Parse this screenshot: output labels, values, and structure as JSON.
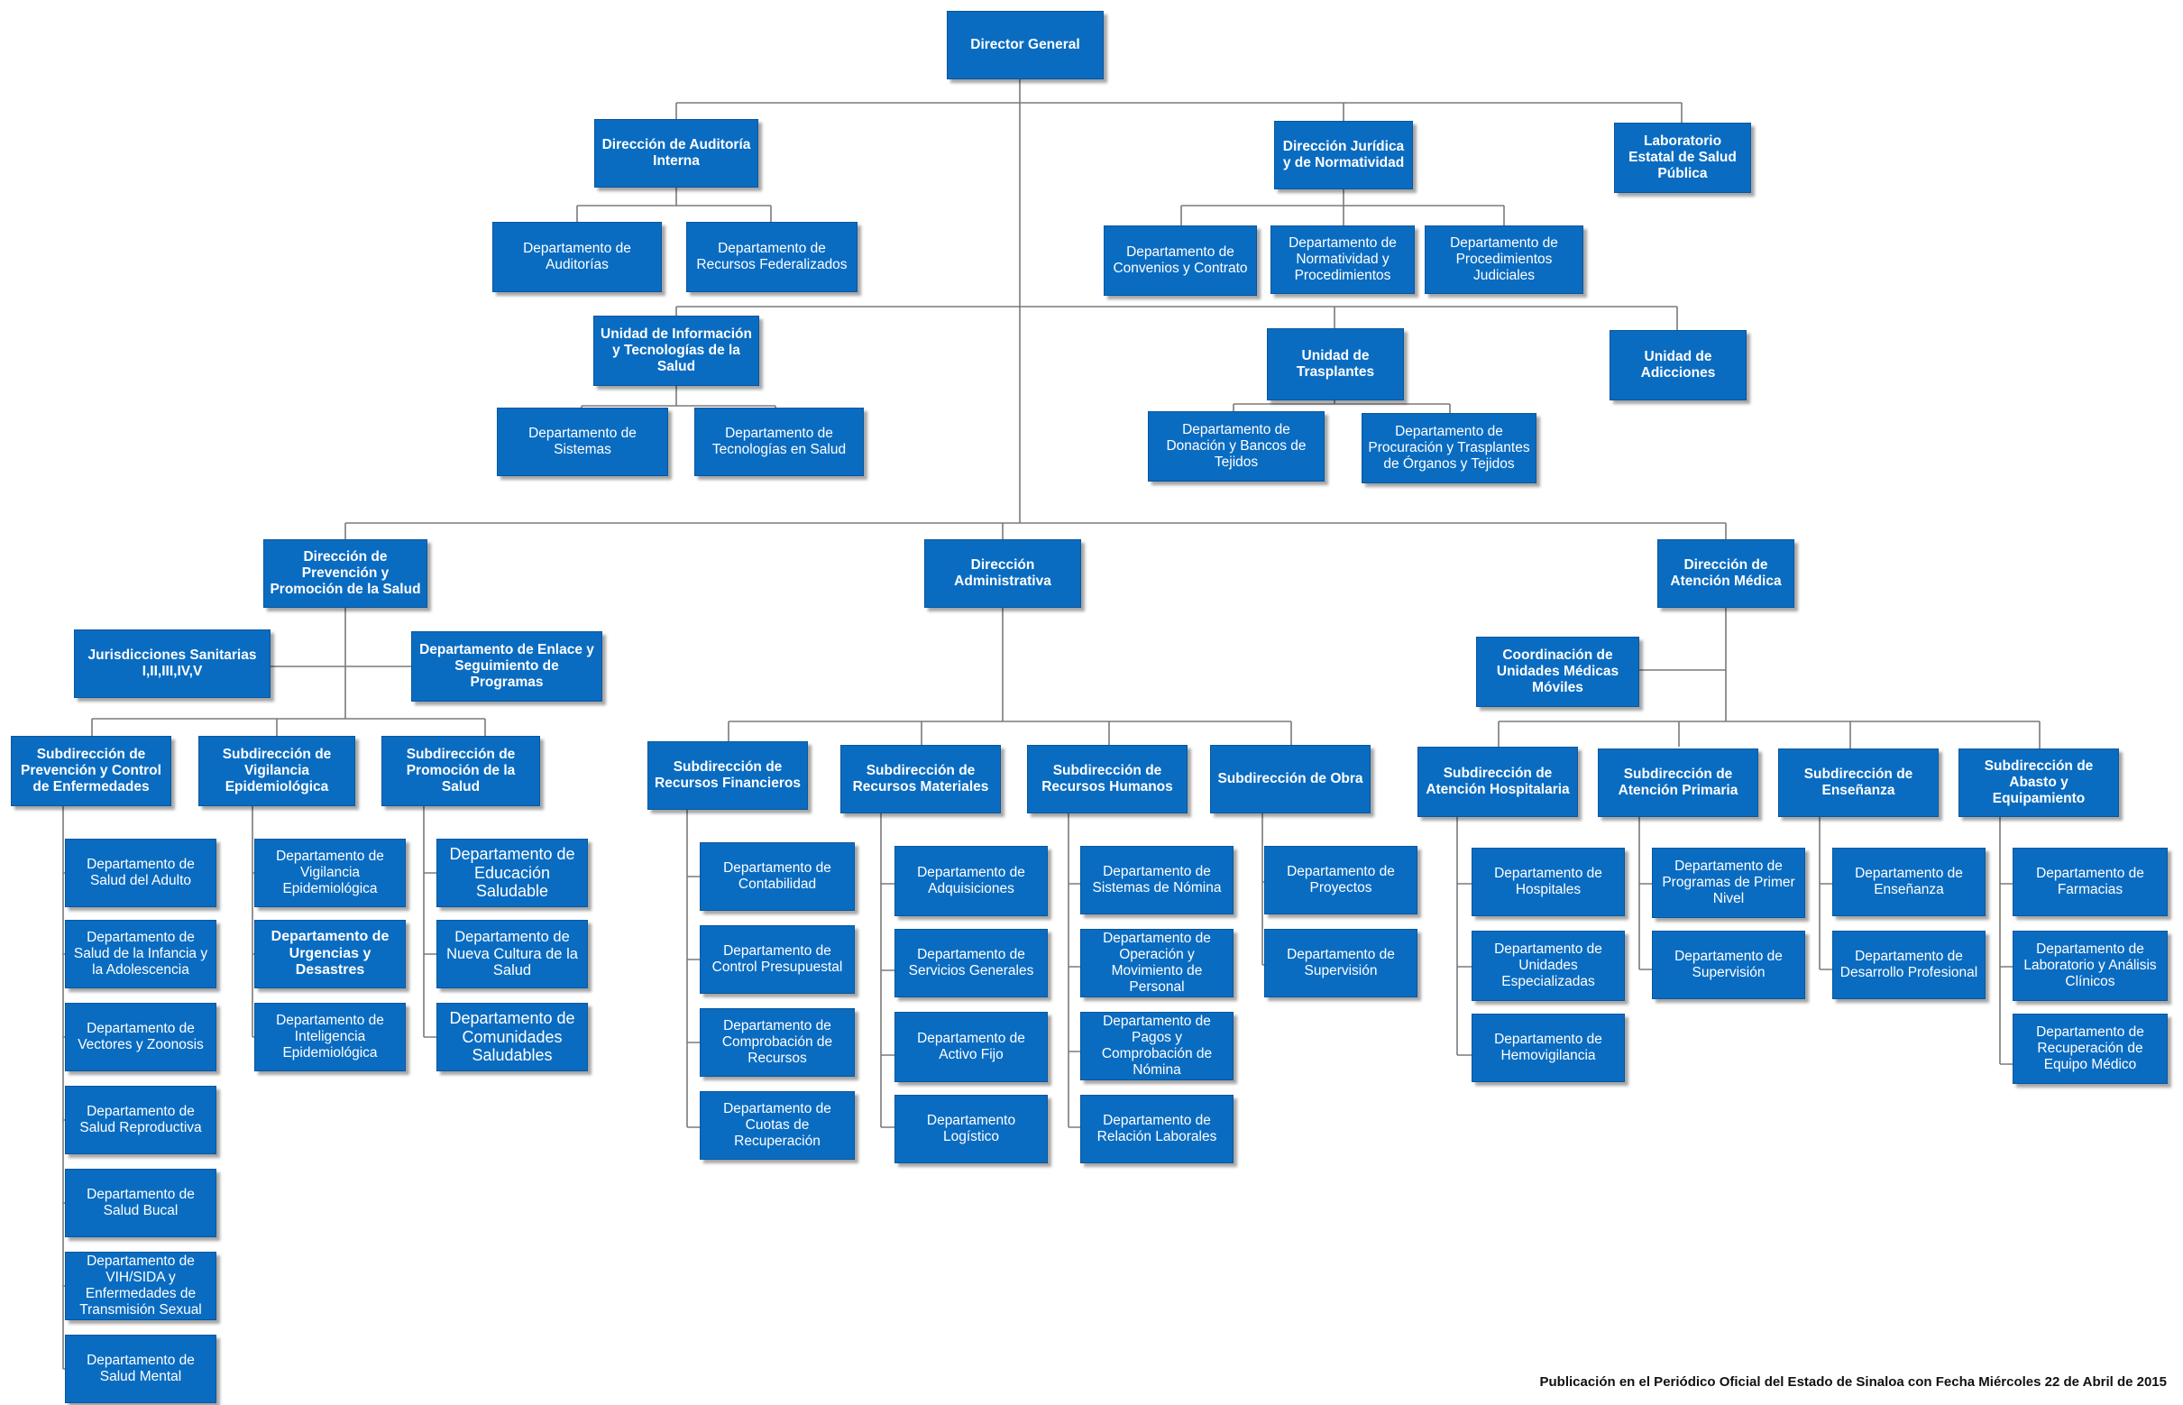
{
  "top": {
    "director": "Director General"
  },
  "upper": {
    "auditoria": "Dirección de Auditoría Interna",
    "juridica": "Dirección Jurídica y de Normatividad",
    "laboratorio": "Laboratorio Estatal de Salud Pública",
    "dep_auditorias": "Departamento de Auditorías",
    "dep_recursos_federalizados": "Departamento de Recursos Federalizados",
    "dep_convenios": "Departamento de Convenios y Contrato",
    "dep_normatividad": "Departamento de Normatividad y Procedimientos",
    "dep_procedimientos_judiciales": "Departamento de Procedimientos Judiciales",
    "unidad_informacion": "Unidad de Información y Tecnologías de la Salud",
    "unidad_trasplantes": "Unidad de Trasplantes",
    "unidad_adicciones": "Unidad de Adicciones",
    "dep_sistemas": "Departamento de Sistemas",
    "dep_tecnologias": "Departamento de Tecnologías en Salud",
    "dep_donacion": "Departamento de Donación y Bancos de Tejidos",
    "dep_procuracion": "Departamento de Procuración y Trasplantes de Órganos y Tejidos"
  },
  "prevencion": {
    "direccion": "Dirección de Prevención y Promoción de la Salud",
    "jurisdicciones": "Jurisdicciones Sanitarias I,II,III,IV,V",
    "enlace": "Departamento de Enlace y Seguimiento de Programas",
    "sub_prevencion": "Subdirección de Prevención y Control de Enfermedades",
    "sub_vigilancia": "Subdirección de Vigilancia Epidemiológica",
    "sub_promocion": "Subdirección de Promoción de la Salud",
    "deps_prevencion": [
      "Departamento de Salud del Adulto",
      "Departamento de Salud de la Infancia y la Adolescencia",
      "Departamento de Vectores y Zoonosis",
      "Departamento de Salud Reproductiva",
      "Departamento de Salud Bucal",
      "Departamento de VIH/SIDA y Enfermedades de Transmisión Sexual",
      "Departamento de Salud Mental"
    ],
    "deps_vigilancia": [
      "Departamento de Vigilancia Epidemiológica",
      "Departamento de Urgencias y Desastres",
      "Departamento de Inteligencia Epidemiológica"
    ],
    "deps_promocion": [
      "Departamento de Educación Saludable",
      "Departamento de Nueva Cultura de la Salud",
      "Departamento de Comunidades Saludables"
    ]
  },
  "administrativa": {
    "direccion": "Dirección Administrativa",
    "sub_financieros": "Subdirección de Recursos Financieros",
    "sub_materiales": "Subdirección de Recursos Materiales",
    "sub_humanos": "Subdirección de Recursos Humanos",
    "sub_obra": "Subdirección de Obra",
    "deps_financieros": [
      "Departamento de Contabilidad",
      "Departamento de Control Presupuestal",
      "Departamento de Comprobación de Recursos",
      "Departamento de Cuotas de Recuperación"
    ],
    "deps_materiales": [
      "Departamento de Adquisiciones",
      "Departamento de Servicios Generales",
      "Departamento de Activo Fijo",
      "Departamento Logístico"
    ],
    "deps_humanos": [
      "Departamento de Sistemas de Nómina",
      "Departamento de Operación y Movimiento de Personal",
      "Departamento de Pagos y Comprobación de Nómina",
      "Departamento de Relación Laborales"
    ],
    "deps_obra": [
      "Departamento de Proyectos",
      "Departamento de Supervisión"
    ]
  },
  "atencion": {
    "direccion": "Dirección de Atención Médica",
    "coordinacion": "Coordinación de Unidades Médicas Móviles",
    "sub_hospitalaria": "Subdirección de Atención Hospitalaria",
    "sub_primaria": "Subdirección de Atención Primaria",
    "sub_ensenanza": "Subdirección de Enseñanza",
    "sub_abasto": "Subdirección de Abasto y Equipamiento",
    "deps_hospitalaria": [
      "Departamento de Hospitales",
      "Departamento de Unidades Especializadas",
      "Departamento de Hemovigilancia"
    ],
    "deps_primaria": [
      "Departamento de Programas de Primer Nivel",
      "Departamento de Supervisión"
    ],
    "deps_ensenanza": [
      "Departamento de Enseñanza",
      "Departamento de Desarrollo Profesional"
    ],
    "deps_abasto": [
      "Departamento de Farmacias",
      "Departamento de Laboratorio y Análisis Clínicos",
      "Departamento de Recuperación de Equipo Médico"
    ]
  },
  "footer": {
    "publication": "Publicación en el Periódico Oficial del Estado de Sinaloa con Fecha Miércoles 22 de Abril de 2015"
  }
}
